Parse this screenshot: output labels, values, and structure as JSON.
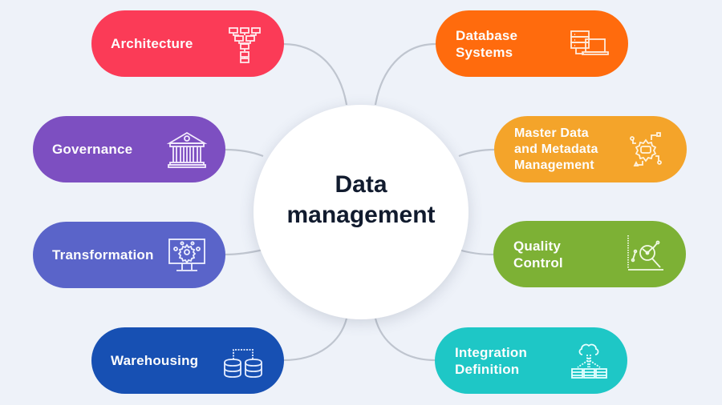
{
  "center": {
    "title": "Data\nmanagement",
    "bg": "#ffffff",
    "text_color": "#111b2e"
  },
  "background": "#eef2f9",
  "connector_color": "#bfc5cf",
  "nodes": {
    "architecture": {
      "label": "Architecture",
      "color": "#fb3b57",
      "icon": "hierarchy-tree-icon"
    },
    "governance": {
      "label": "Governance",
      "color": "#7d4fc1",
      "icon": "institution-building-icon"
    },
    "transformation": {
      "label": "Transformation",
      "color": "#5a64c9",
      "icon": "monitor-gears-icon"
    },
    "warehousing": {
      "label": "Warehousing",
      "color": "#1750b3",
      "icon": "linked-databases-icon"
    },
    "database_systems": {
      "label": "Database\nSystems",
      "color": "#ff6b0d",
      "icon": "server-laptop-icon"
    },
    "master_data": {
      "label": "Master Data\nand Metadata\nManagement",
      "color": "#f4a42a",
      "icon": "gear-network-icon"
    },
    "quality_control": {
      "label": "Quality\nControl",
      "color": "#7db135",
      "icon": "chart-magnifier-icon"
    },
    "integration": {
      "label": "Integration\nDefinition",
      "color": "#1ec7c6",
      "icon": "cloud-merge-icon"
    }
  }
}
